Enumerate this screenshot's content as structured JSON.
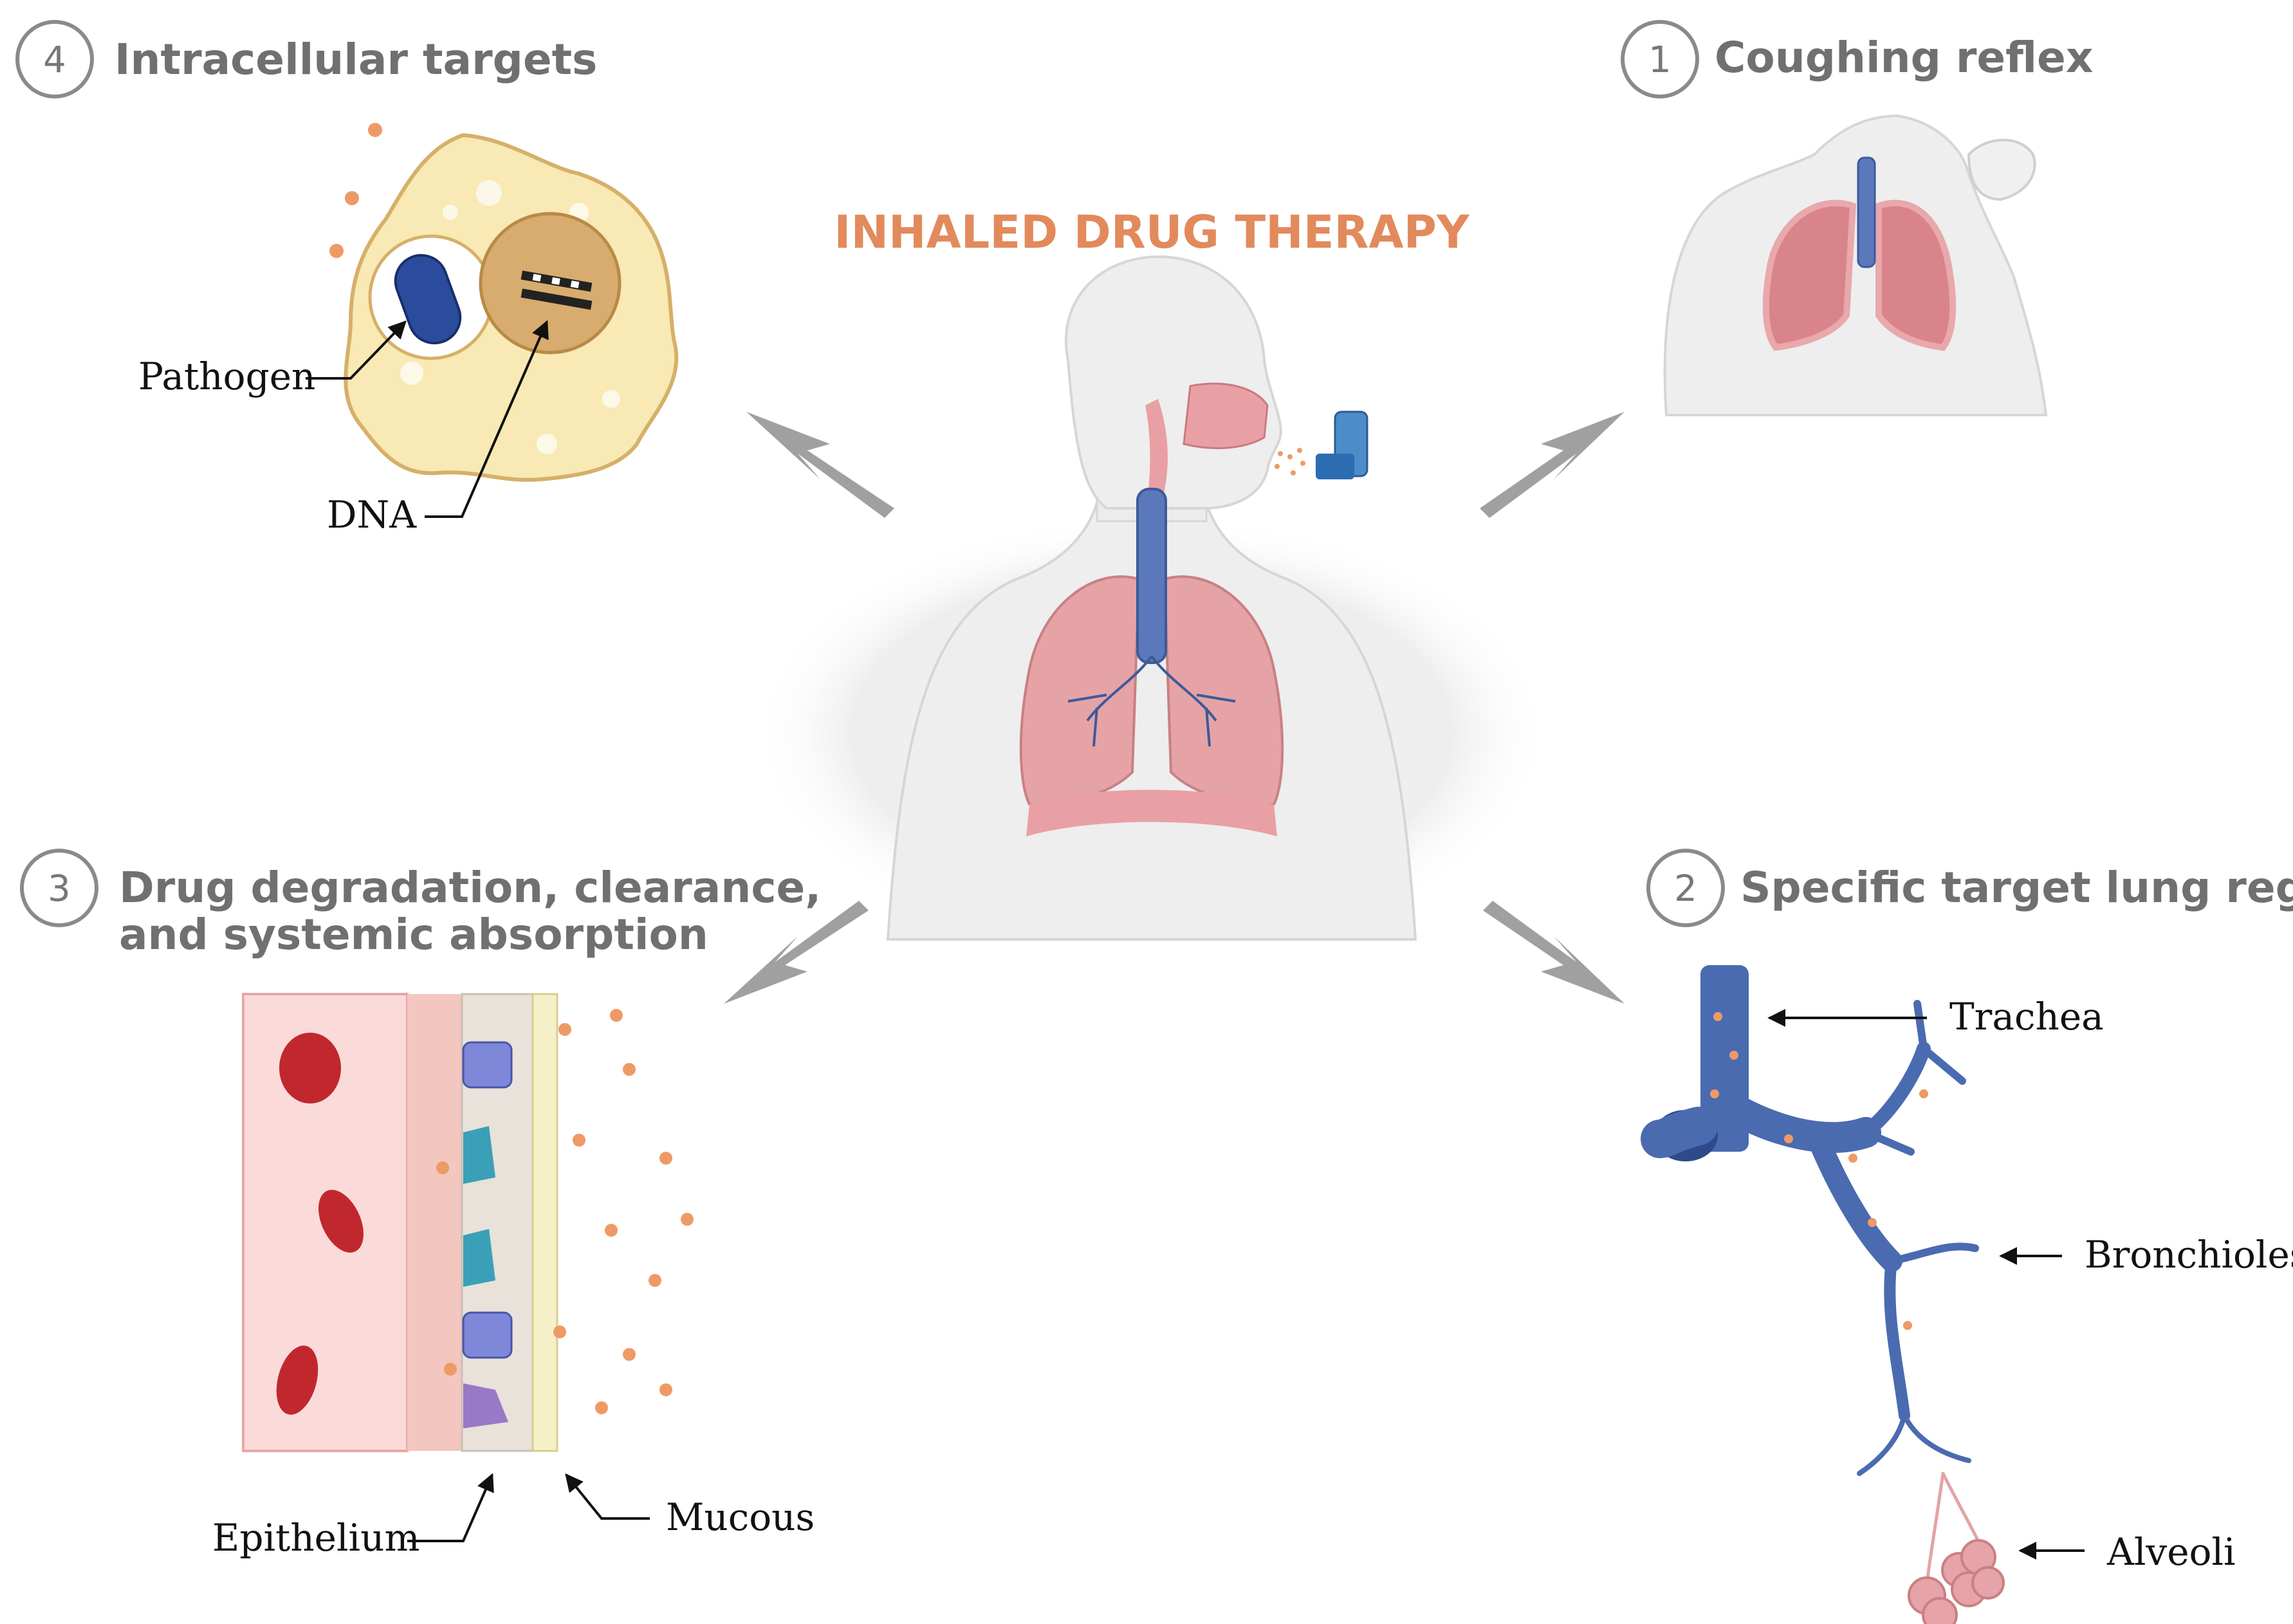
{
  "center": {
    "title": "INHALED DRUG THERAPY"
  },
  "sections": {
    "s4": {
      "number": "4",
      "title": "Intracellular targets"
    },
    "s1": {
      "number": "1",
      "title": "Coughing reflex"
    },
    "s3": {
      "number": "3",
      "title_line1": "Drug degradation, clearance,",
      "title_line2": "and systemic absorption"
    },
    "s2": {
      "number": "2",
      "title": "Specific target lung regions"
    }
  },
  "labels": {
    "pathogen": "Pathogen",
    "dna": "DNA",
    "epithelium": "Epithelium",
    "mucous": "Mucous",
    "trachea": "Trachea",
    "bronchioles": "Bronchioles",
    "alveoli": "Alveoli"
  },
  "icons": [
    "cell-icon",
    "pathogen-icon",
    "dna-icon",
    "inhaler-icon",
    "lungs-icon",
    "airway-tree-icon",
    "alveoli-icon",
    "red-blood-cell-icon",
    "arrow-icon"
  ],
  "colors": {
    "title_accent": "#E28A5C",
    "heading_gray": "#707070",
    "arrow_gray": "#A0A0A0",
    "lung_pink": "#E8A0A4",
    "airway_blue": "#4A6BB0",
    "drug_dot": "#EE9A66",
    "blood_red": "#C0282E"
  }
}
